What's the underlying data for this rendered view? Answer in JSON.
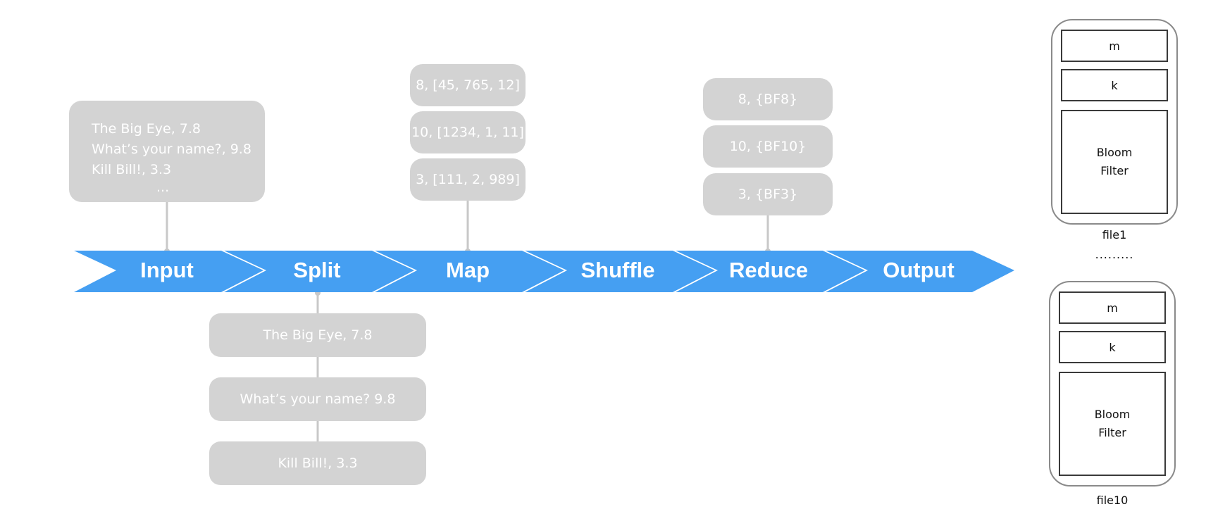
{
  "colors": {
    "arrow": "#459ff2",
    "box": "#d3d3d3",
    "connector": "#c8c8c8"
  },
  "stages": [
    "Input",
    "Split",
    "Map",
    "Shuffle",
    "Reduce",
    "Output"
  ],
  "input_box": {
    "lines": [
      "The Big Eye, 7.8",
      "What’s your name?, 9.8",
      "Kill Bill!, 3.3"
    ],
    "ellipsis": "..."
  },
  "split_boxes": [
    "The Big Eye, 7.8",
    "What’s your name? 9.8",
    "Kill Bill!, 3.3"
  ],
  "map_boxes": [
    "8, [45, 765, 12]",
    "10, [1234, 1, 11]",
    "3, [111, 2, 989]"
  ],
  "reduce_boxes": [
    "8, {BF8}",
    "10, {BF10}",
    "3, {BF3}"
  ],
  "files": [
    {
      "fields": [
        "m",
        "k"
      ],
      "bloom_line1": "Bloom",
      "bloom_line2": "Filter",
      "label": "file1"
    },
    {
      "fields": [
        "m",
        "k"
      ],
      "bloom_line1": "Bloom",
      "bloom_line2": "Filter",
      "label": "file10"
    }
  ],
  "files_separator": "........."
}
